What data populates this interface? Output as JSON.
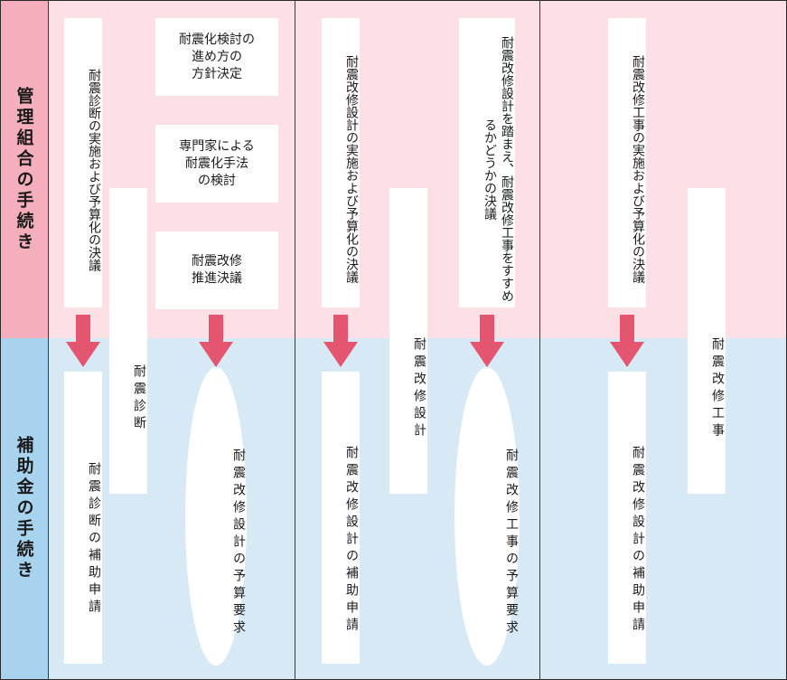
{
  "sections": {
    "top": "管理組合の手続き",
    "bottom": "補助金の手続き"
  },
  "boxes": {
    "col1_top": "耐震診断の実施および予算化の決議",
    "col1_bottom": "耐震診断の補助申請",
    "col1_long": "耐震診断",
    "col2_box1": "耐震化検討の\n進め方の\n方針決定",
    "col2_box2": "専門家による\n耐震化手法\nの検討",
    "col2_box3": "耐震改修\n推進決議",
    "col2_oval": "耐震改修設計の予算要求",
    "col3_top": "耐震改修設計の実施および予算化の決議",
    "col3_bottom": "耐震改修設計の補助申請",
    "col3_long": "耐震改修設計",
    "col4_top": "耐震改修設計を踏まえ、耐震改修工事をすすめるかどうかの決議",
    "col4_oval": "耐震改修工事の予算要求",
    "col5_top": "耐震改修工事の実施および予算化の決議",
    "col5_bottom": "耐震改修設計の補助申請",
    "col5_long": "耐震改修工事"
  },
  "colors": {
    "top_band": "#fde0e5",
    "top_label": "#f5aebc",
    "bottom_band": "#d8e9f6",
    "bottom_label": "#a8d3ee",
    "arrow": "#e4566f"
  },
  "icons": {
    "arrow": "down-arrow-icon"
  }
}
